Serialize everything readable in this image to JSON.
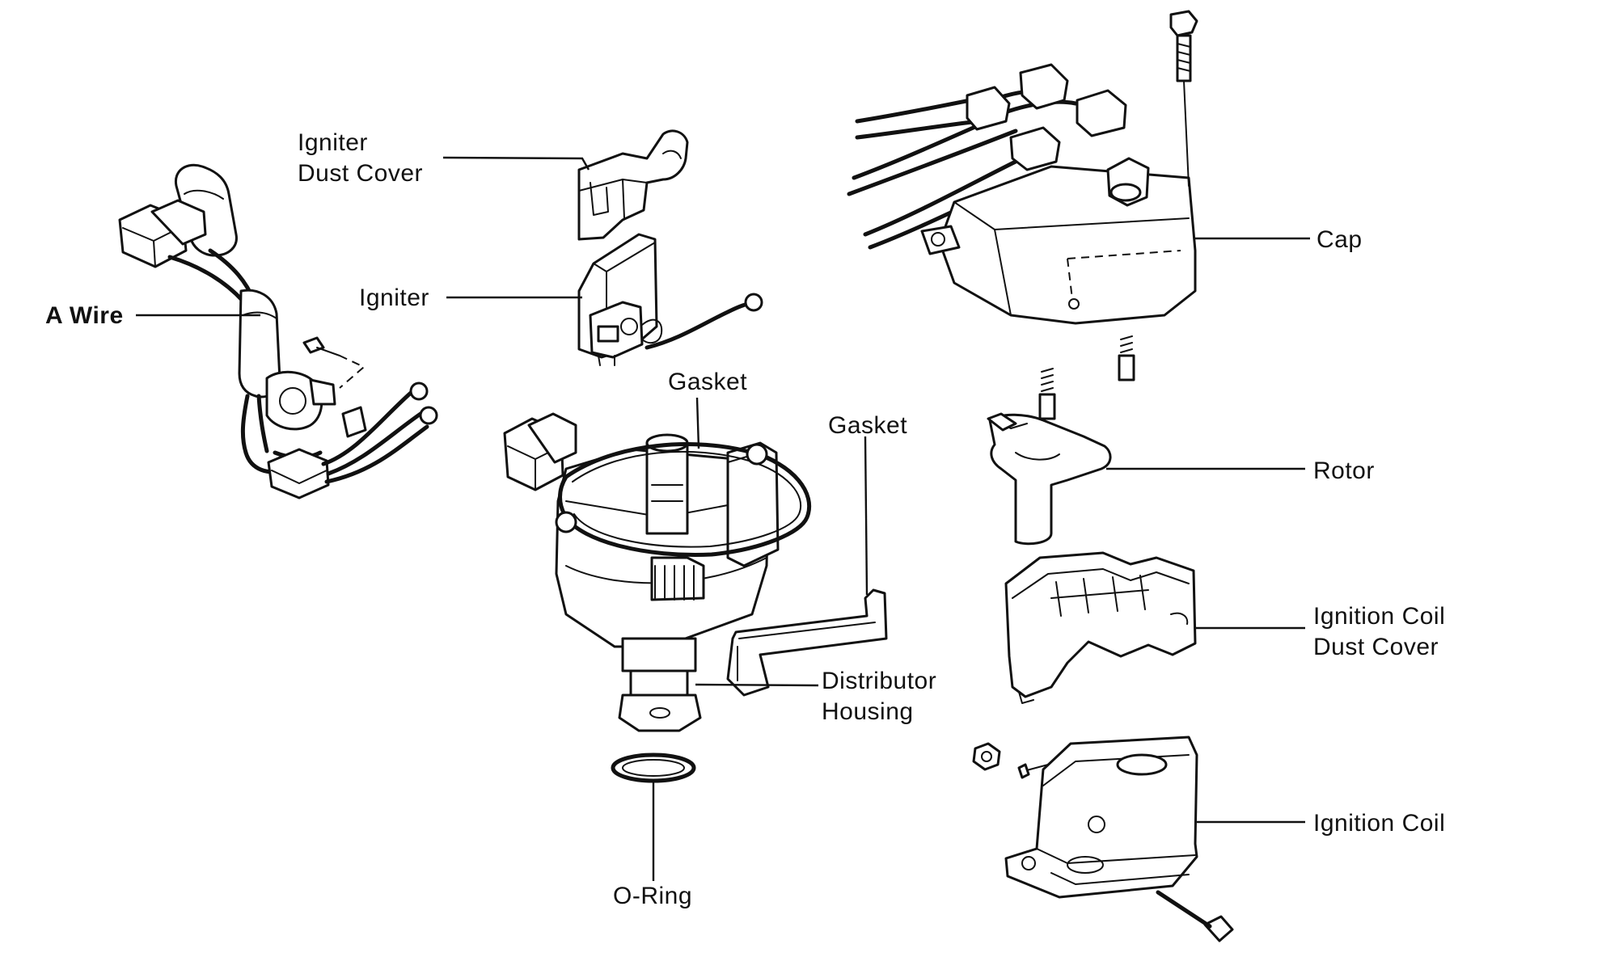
{
  "labels": {
    "igniter_dust_cover": [
      "Igniter",
      "Dust Cover"
    ],
    "igniter": "Igniter",
    "a_wire": "A Wire",
    "gasket_upper": "Gasket",
    "gasket_lower": "Gasket",
    "cap": "Cap",
    "rotor": "Rotor",
    "ignition_coil_dust_cover": [
      "Ignition Coil",
      "Dust Cover"
    ],
    "distributor_housing": [
      "Distributor",
      "Housing"
    ],
    "ignition_coil": "Ignition Coil",
    "o_ring": "O-Ring"
  },
  "colors": {
    "line": "#111111",
    "background": "#ffffff"
  }
}
